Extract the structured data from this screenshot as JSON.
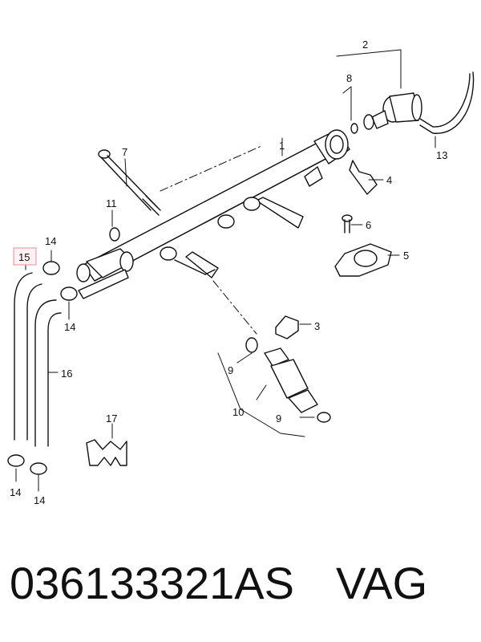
{
  "labels": {
    "l1": "1",
    "l2": "2",
    "l3": "3",
    "l4": "4",
    "l5": "5",
    "l6": "6",
    "l7": "7",
    "l8": "8",
    "l9a": "9",
    "l9b": "9",
    "l10": "10",
    "l11": "11",
    "l13": "13",
    "l14a": "14",
    "l14b": "14",
    "l14c": "14",
    "l14d": "14",
    "l15": "15",
    "l16": "16",
    "l17": "17"
  },
  "highlight_color": "#e8a0a8",
  "caption": {
    "part_number": "036133321AS",
    "brand": "VAG"
  }
}
